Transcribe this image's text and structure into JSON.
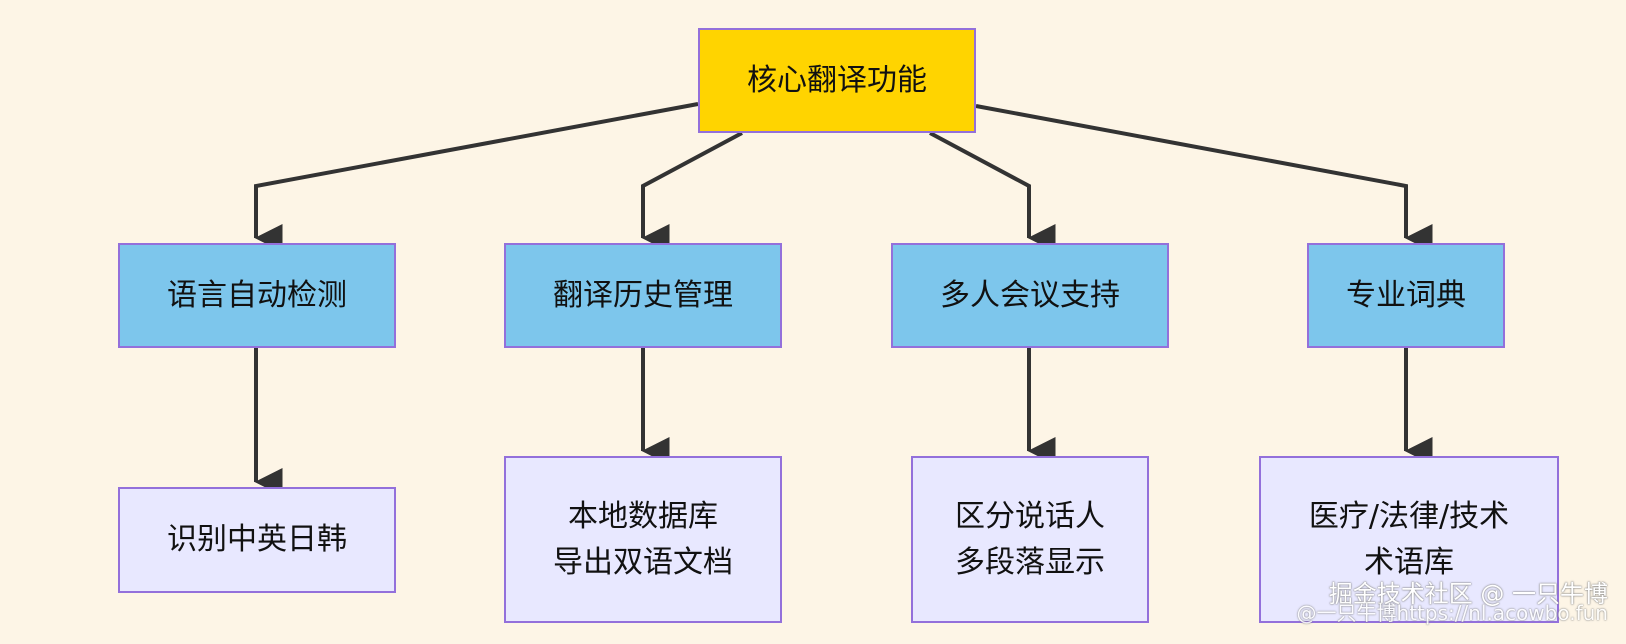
{
  "diagram": {
    "root": {
      "label": "核心翻译功能"
    },
    "features": [
      {
        "label": "语言自动检测",
        "detail_lines": [
          "识别中英日韩"
        ]
      },
      {
        "label": "翻译历史管理",
        "detail_lines": [
          "本地数据库",
          "导出双语文档"
        ]
      },
      {
        "label": "多人会议支持",
        "detail_lines": [
          "区分说话人",
          "多段落显示"
        ]
      },
      {
        "label": "专业词典",
        "detail_lines": [
          "医疗/法律/技术",
          "术语库"
        ]
      }
    ]
  },
  "watermark": {
    "main": "掘金技术社区 @ 一只牛博",
    "sub": "@一只牛博https://nl.acowbo.fun"
  },
  "colors": {
    "background": "#fdf5e6",
    "root_fill": "#ffd400",
    "feature_fill": "#7dc6ec",
    "detail_fill": "#e8e8ff",
    "node_border": "#9370db",
    "edge": "#333333"
  }
}
